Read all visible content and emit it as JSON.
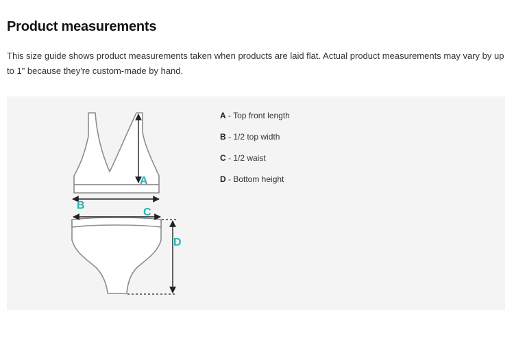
{
  "heading": "Product measurements",
  "intro": "This size guide shows product measurements taken when products are laid flat. Actual product measurements may vary by up to 1\" because they're custom-made by hand.",
  "colors": {
    "accent": "#1fb5b0",
    "garment_outline": "#8c8c8c",
    "measure_line": "#222222",
    "panel_bg": "#f4f4f4"
  },
  "diagram": {
    "labels": {
      "a": "A",
      "b": "B",
      "c": "C",
      "d": "D"
    }
  },
  "legend": [
    {
      "letter": "A",
      "text": " - Top front length"
    },
    {
      "letter": "B",
      "text": " - 1/2 top width"
    },
    {
      "letter": "C",
      "text": " - 1/2 waist"
    },
    {
      "letter": "D",
      "text": " - Bottom height"
    }
  ]
}
